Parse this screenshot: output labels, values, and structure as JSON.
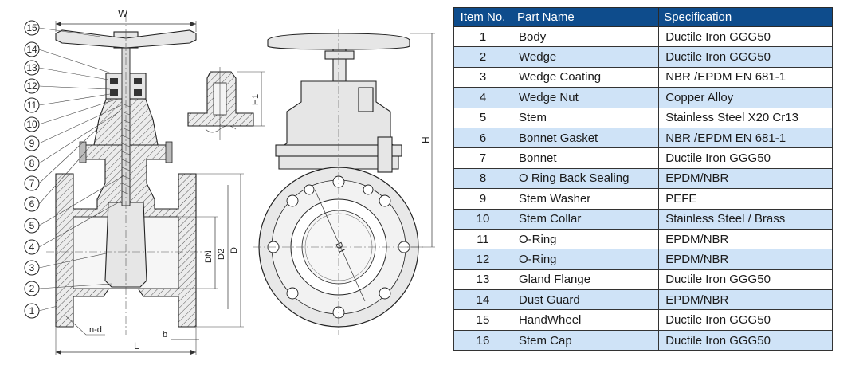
{
  "drawing": {
    "labels": [
      "1",
      "2",
      "3",
      "4",
      "5",
      "6",
      "7",
      "8",
      "9",
      "10",
      "11",
      "12",
      "13",
      "14",
      "15"
    ],
    "dims": {
      "w": "W",
      "h": "H",
      "h1": "H1",
      "l": "L",
      "d": "D",
      "d1": "D1",
      "d2": "D2",
      "dn": "DN",
      "b": "b",
      "nd": "n-d"
    }
  },
  "table": {
    "headers": [
      "Item No.",
      "Part Name",
      "Specification"
    ],
    "rows": [
      [
        "1",
        "Body",
        "Ductile Iron GGG50"
      ],
      [
        "2",
        "Wedge",
        "Ductile Iron GGG50"
      ],
      [
        "3",
        "Wedge Coating",
        "NBR /EPDM EN 681-1"
      ],
      [
        "4",
        "Wedge Nut",
        "Copper Alloy"
      ],
      [
        "5",
        "Stem",
        "Stainless  Steel  X20 Cr13"
      ],
      [
        "6",
        "Bonnet Gasket",
        "NBR /EPDM EN 681-1"
      ],
      [
        "7",
        "Bonnet",
        "Ductile Iron GGG50"
      ],
      [
        "8",
        "O Ring Back Sealing",
        "EPDM/NBR"
      ],
      [
        "9",
        "Stem Washer",
        "PEFE"
      ],
      [
        "10",
        "Stem Collar",
        "Stainless  Steel / Brass"
      ],
      [
        "11",
        "O-Ring",
        "EPDM/NBR"
      ],
      [
        "12",
        "O-Ring",
        "EPDM/NBR"
      ],
      [
        "13",
        "Gland  Flange",
        "Ductile Iron GGG50"
      ],
      [
        "14",
        "Dust  Guard",
        "EPDM/NBR"
      ],
      [
        "15",
        "HandWheel",
        "Ductile Iron GGG50"
      ],
      [
        "16",
        "Stem Cap",
        "Ductile Iron GGG50"
      ]
    ]
  }
}
